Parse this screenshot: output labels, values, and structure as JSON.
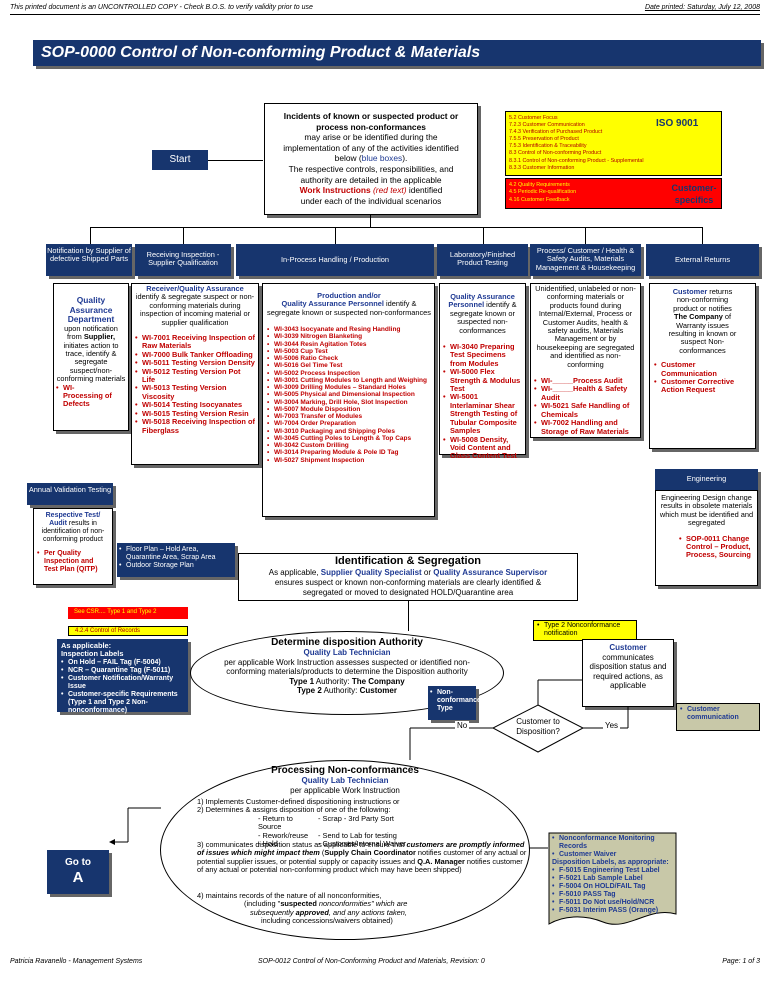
{
  "top": {
    "left": "This printed document is an UNCONTROLLED COPY -  Check B.O.S. to verify validity prior to use",
    "right": "Date printed:  Saturday, July 12, 2008"
  },
  "title": "SOP-0000  Control of Non-conforming Product & Materials",
  "start": "Start",
  "incidents": {
    "l1": "Incidents of known or suspected product or",
    "l2": "process non-conformances",
    "l3": "may arise or be identified during the",
    "l4": "implementation of any of the activities identified",
    "l5a": "below (",
    "l5b": "blue boxes",
    "l5c": ").",
    "l6": "The respective controls, responsibilities, and",
    "l7": "authority are detailed in the applicable",
    "l8a": "Work Instructions",
    "l8b": " (red text)",
    "l8c": " identified",
    "l9": "under each of the individual scenarios"
  },
  "iso": {
    "label": "ISO 9001",
    "items": [
      "5.2  Customer Focus",
      "7.2.3  Customer Communication",
      "7.4.3  Verification of Purchased Product",
      "7.5.5  Preservation of Product",
      "7.5.3  Identification & Traceability",
      "8.3  Control of Non-conforming Product",
      "8.3.1  Control of Non-conforming Product - Supplemental",
      "8.3.3  Customer Information"
    ]
  },
  "csr": {
    "label": "Customer-specifics",
    "items": [
      "4.2  Quality Requirements",
      "4.5  Periodic Re-qualification",
      "4.16  Customer Feedback"
    ]
  },
  "headers": [
    "Notification by Supplier of defective Shipped Parts",
    "Receiving Inspection - Supplier Qualification",
    "In-Process Handling  / Production",
    "Laboratory/Finished Product Testing",
    "Process/ Customer / Health & Safety Audits, Materials Management & Housekeeping",
    "External Returns"
  ],
  "col1": {
    "title": "Quality Assurance Department",
    "text1": "upon notification from ",
    "bold": "Supplier,",
    "text2": " initiates action to trace, identify & segregate suspect/non-conforming materials",
    "wi": [
      "WI-\nProcessing of Defects"
    ]
  },
  "col2": {
    "title": "Receiver/Quality Assurance",
    "text": "identify & segregate suspect or non-conforming materials during inspection of incoming material or supplier qualification",
    "wi": [
      "WI-7001  Receiving Inspection of Raw Materials",
      "WI-7000  Bulk Tanker Offloading",
      "WI-5011  Testing Version Density",
      "WI-5012  Testing Version Pot Life",
      "WI-5013  Testing Version Viscosity",
      "WI-5014  Testing Isocyanates",
      "WI-5015 Testing Version Resin",
      "WI-5018  Receiving Inspection of Fiberglass"
    ]
  },
  "col3": {
    "title": "Production and/or",
    "bold": "Quality Assurance Personnel",
    "text": " identify & segregate known or suspected non-conformances",
    "wi": [
      "WI-3043  Isocyanate and Resing Handling",
      "WI-3039  Nitrogen Blanketing",
      "WI-3044  Resin Agitation Totes",
      "WI-5003  Cup Test",
      "WI-5006  Ratio Check",
      "WI-5016  Gel Time Test",
      "WI-5002  Process Inspection",
      "WI-3001  Cutting Modules to Length and Weighing",
      "WI-3009  Drilling Modules – Standard Holes",
      "WI-5005  Physical and Dimensional Inspection",
      "WI-3004  Marking, Drill Hole, Slot Inspection",
      "WI-5007  Module Disposition",
      "WI-7003  Transfer of Modules",
      "WI-7004  Order Preparation",
      "WI-3010  Packaging and Shipping Poles",
      "WI-3045  Cutting Poles to Length & Top Caps",
      "WI-3042  Custom Drilling",
      "WI-3014  Preparing Module & Pole ID Tag",
      "WI-5027  Shipment Inspection"
    ]
  },
  "col4": {
    "title": "Quality Assurance",
    "bold": "Personnel",
    "text": " identify & segregate known or suspected non-conformances",
    "wi": [
      "WI-3040  Preparing Test Specimens from Modules",
      "WI-5000  Flex Strength & Modulus Test",
      "WI-5001 Interlaminar Shear Strength Testing of Tubular Composite Samples",
      "WI-5008  Density, Void Content and Glass Content Test"
    ]
  },
  "col5": {
    "text": "Unidentified, unlabeled or non-conforming materials or products found during Internal/External, Process or Customer Audits, health & safety audits, Materials Management or by housekeeping are segregated and identified as non-conforming",
    "wi": [
      "WI-_____Process Audit",
      "WI-_____Health & Safety Audit",
      "WI-5021  Safe Handling of Chemicals",
      "WI-7002 Handling and Storage of Raw Materials"
    ]
  },
  "col6": {
    "title": "Customer",
    "text1": "returns non-conforming product  or notifies ",
    "bold": "The Company",
    "text2": " of Warranty issues resulting in known or suspect Non-conformances",
    "items": [
      "Customer Communication",
      "Customer Corrective Action Request"
    ]
  },
  "validation": {
    "header": "Annual Validation Testing",
    "bold": "Respective Test/ Audit",
    "text": " results in identification of non-conforming product",
    "items": [
      "Per Quality Inspection and Test Plan (QITP)"
    ]
  },
  "engineering": {
    "header": "Engineering",
    "text": "Engineering Design change results in obsolete materials which must be identified and segregated",
    "items": [
      "SOP-0011 Change Control – Product, Process, Sourcing"
    ]
  },
  "floor": {
    "items": [
      "Floor Plan – Hold Area, Quarantine Area, Scrap Area",
      "Outdoor Storage Plan"
    ]
  },
  "ident": {
    "title": "Identification & Segregation",
    "l1a": "As applicable, ",
    "l1b": "Supplier Quality Specialist",
    "l1c": " or ",
    "l1d": "Quality Assurance Supervisor",
    "l2": "ensures suspect or known non-conforming materials are clearly identified &",
    "l3": "segregated or moved to designated HOLD/Quarantine area"
  },
  "see_csr": "See CSR.... Type 1 and Type 2",
  "records": "4.2.4  Control of Records",
  "labels": {
    "h1": "As applicable:",
    "h2": "Inspection Labels",
    "items": [
      "On Hold – FAIL Tag (F-5004)",
      "NCR – Quarantine Tag  (F-5011)",
      "Customer Notification/Warranty Issue",
      "Customer-specific Requirements (Type 1 and Type 2 Non-nonconformance)"
    ]
  },
  "type2": "Type 2 Nonconformance notification",
  "disp": {
    "title": "Determine disposition Authority",
    "sub": "Quality Lab Technician",
    "l1": "per applicable Work Instruction assesses suspected or identified non-",
    "l2": "conforming materials/products to determine the Disposition authority",
    "t1a": "Type 1",
    "t1b": " Authority: ",
    "t1c": "The Company",
    "t2a": "Type 2",
    "t2b": " Authority: ",
    "t2c": "Customer"
  },
  "nonconf": "Non-conformance Type",
  "cust_comm": {
    "bold": "Customer",
    "text": "communicates disposition status and required actions, as applicable"
  },
  "cust_comm2": "Customer communication",
  "diamond": "Customer to Disposition?",
  "no": "No",
  "yes": "Yes",
  "proc": {
    "title": "Processing Non-conformances",
    "sub": "Quality Lab Technician",
    "sub2": "per applicable Work Instruction",
    "i1": "1)  Implements Customer-defined dispositioning instructions or",
    "i2": "2)  Determines & assigns disposition of one of the following:",
    "o1a": "- Return to Source",
    "o1b": "- Scrap - 3rd Party Sort",
    "o2a": "- Rework/reuse",
    "o2b": "- Send to Lab for testing",
    "o3a": "- Hold",
    "o3b": "- Customer/Internal Waiver",
    "i3a": "3)  communicates disposition status as applicable to ensure that ",
    "i3b": "customers are promptly informed of issues which might impact them",
    "i3c": " (",
    "i3d": "Supply Chain Coordinator",
    "i3e": " notifies customer of any actual or potential supplier issues, or potential supply or capacity issues and ",
    "i3f": "Q.A. Manager",
    "i3g": " notifies customer of any actual or potential non-conforming product which may have been shipped)",
    "i4": "4)  maintains records of the nature of all nonconformities,",
    "i5a": "(including \"",
    "i5b": "suspected",
    "i5c": " nonconformities\" which are",
    "i6a": "subsequently ",
    "i6b": "approved",
    "i6c": ", and any actions taken,",
    "i7": "including concessions/waivers obtained)"
  },
  "goto": {
    "l1": "Go to",
    "l2": "A"
  },
  "records2": {
    "items": [
      "Nonconformance Monitoring Records",
      "Customer Waiver"
    ],
    "head": "Disposition Labels, as appropriate:",
    "labels": [
      "F-5015 Engineering Test Label",
      "F-5021 Lab Sample Label",
      "F-5004 On HOLD/FAIL Tag",
      "F-5010 PASS Tag",
      "F-5011 Do Not use/Hold/NCR",
      "F-5031 Interim PASS (Orange)"
    ]
  },
  "footer": {
    "left": "Patricia Ravanello - Management Systems",
    "mid": "SOP-0012  Control of Non-Conforming Product and Materials, Revision: 0",
    "right": "Page:   1 of 3"
  }
}
